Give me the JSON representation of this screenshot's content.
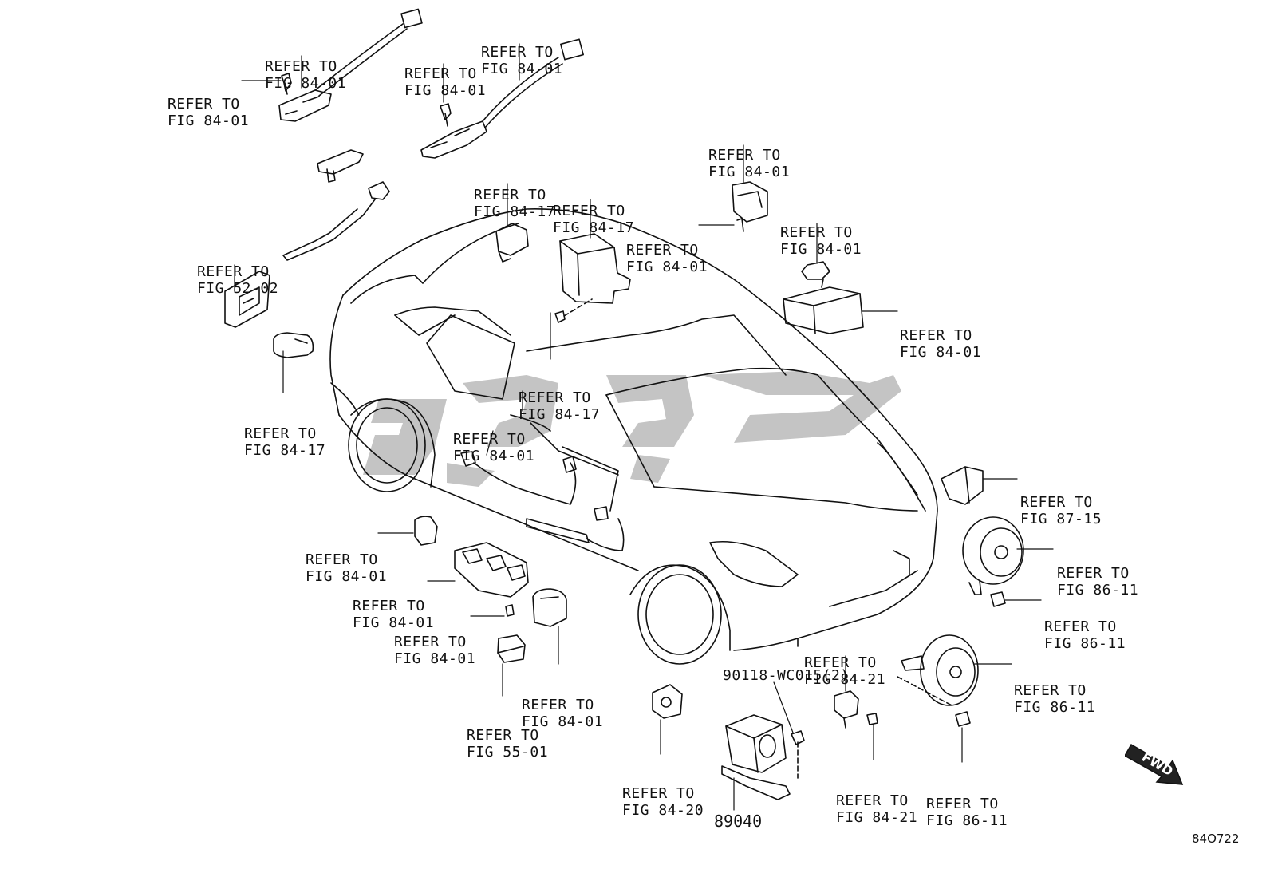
{
  "diagram": {
    "diagram_code": "84O722",
    "watermark_text": "",
    "fwd_label": "FWD",
    "part_number_bracket": "90118-WC015(2)",
    "part_number_main": "89040",
    "callouts": [
      {
        "id": "c1",
        "line1": "REFER TO",
        "line2": "FIG 84-01"
      },
      {
        "id": "c2",
        "line1": "REFER TO",
        "line2": "FIG 84-01"
      },
      {
        "id": "c3",
        "line1": "REFER TO",
        "line2": "FIG 84-01"
      },
      {
        "id": "c4",
        "line1": "REFER TO",
        "line2": "FIG 84-01"
      },
      {
        "id": "c5",
        "line1": "REFER TO",
        "line2": "FIG 84-17"
      },
      {
        "id": "c6",
        "line1": "REFER TO",
        "line2": "FIG 84-17"
      },
      {
        "id": "c7",
        "line1": "REFER TO",
        "line2": "FIG 84-01"
      },
      {
        "id": "c8",
        "line1": "REFER TO",
        "line2": "FIG 84-01"
      },
      {
        "id": "c9",
        "line1": "REFER TO",
        "line2": "FIG 84-01"
      },
      {
        "id": "c10",
        "line1": "REFER TO",
        "line2": "FIG 84-01"
      },
      {
        "id": "c11",
        "line1": "REFER TO",
        "line2": "FIG 52-02"
      },
      {
        "id": "c12",
        "line1": "REFER TO",
        "line2": "FIG 84-17"
      },
      {
        "id": "c13",
        "line1": "REFER TO",
        "line2": "FIG 84-17"
      },
      {
        "id": "c14",
        "line1": "REFER TO",
        "line2": "FIG 84-01"
      },
      {
        "id": "c15",
        "line1": "REFER TO",
        "line2": "FIG 87-15"
      },
      {
        "id": "c16",
        "line1": "REFER TO",
        "line2": "FIG 84-01"
      },
      {
        "id": "c17",
        "line1": "REFER TO",
        "line2": "FIG 86-11"
      },
      {
        "id": "c18",
        "line1": "REFER TO",
        "line2": "FIG 84-01"
      },
      {
        "id": "c19",
        "line1": "REFER TO",
        "line2": "FIG 86-11"
      },
      {
        "id": "c20",
        "line1": "REFER TO",
        "line2": "FIG 84-01"
      },
      {
        "id": "c21",
        "line1": "REFER TO",
        "line2": "FIG 84-21"
      },
      {
        "id": "c22",
        "line1": "REFER TO",
        "line2": "FIG 86-11"
      },
      {
        "id": "c23",
        "line1": "REFER TO",
        "line2": "FIG 84-01"
      },
      {
        "id": "c24",
        "line1": "REFER TO",
        "line2": "FIG 55-01"
      },
      {
        "id": "c25",
        "line1": "REFER TO",
        "line2": "FIG 84-20"
      },
      {
        "id": "c26",
        "line1": "REFER TO",
        "line2": "FIG 84-21"
      },
      {
        "id": "c27",
        "line1": "REFER TO",
        "line2": "FIG 86-11"
      }
    ]
  }
}
